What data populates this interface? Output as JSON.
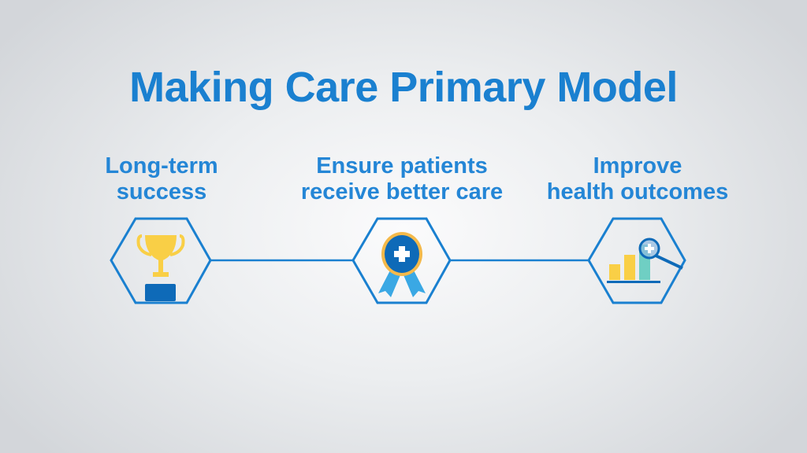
{
  "title": "Making Care Primary Model",
  "steps": [
    {
      "line1": "Long-term",
      "line2": "success",
      "icon": "trophy-icon"
    },
    {
      "line1": "Ensure patients",
      "line2": "receive better care",
      "icon": "award-ribbon-icon"
    },
    {
      "line1": "Improve",
      "line2": "health outcomes",
      "icon": "chart-magnifier-icon"
    }
  ],
  "colors": {
    "blue": "#1a80d0",
    "dark_blue": "#0e6ab8",
    "gold": "#f9cf46",
    "light_blue": "#3aa8e4",
    "teal": "#6fcfc3"
  }
}
